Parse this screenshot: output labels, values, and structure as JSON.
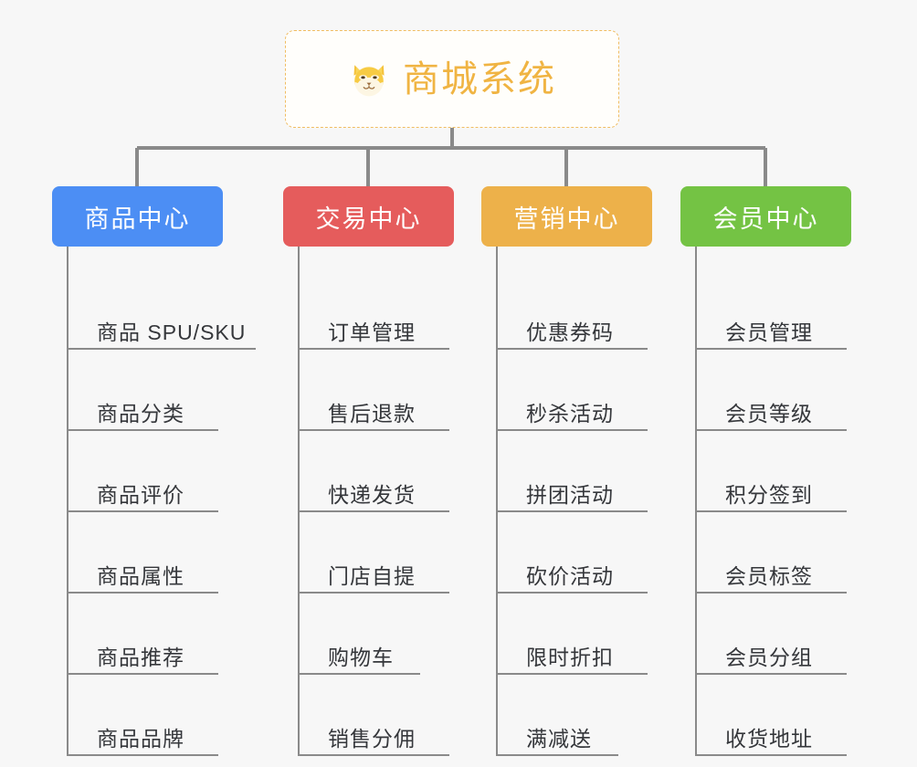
{
  "canvas": {
    "background": "#f7f7f7",
    "line_color": "#8a8a8a"
  },
  "root": {
    "title": "商城系统",
    "icon": "shiba-dog-face-icon",
    "text_color": "#f0b443",
    "border_color": "#f0bd62",
    "background": "#fffefb"
  },
  "branches": [
    {
      "label": "商品中心",
      "color": "#4c8ef4",
      "items": [
        "商品 SPU/SKU",
        "商品分类",
        "商品评价",
        "商品属性",
        "商品推荐",
        "商品品牌"
      ]
    },
    {
      "label": "交易中心",
      "color": "#e55c5c",
      "items": [
        "订单管理",
        "售后退款",
        "快递发货",
        "门店自提",
        "购物车",
        "销售分佣"
      ]
    },
    {
      "label": "营销中心",
      "color": "#edb14a",
      "items": [
        "优惠券码",
        "秒杀活动",
        "拼团活动",
        "砍价活动",
        "限时折扣",
        "满减送"
      ]
    },
    {
      "label": "会员中心",
      "color": "#74c344",
      "items": [
        "会员管理",
        "会员等级",
        "积分签到",
        "会员标签",
        "会员分组",
        "收货地址"
      ]
    }
  ]
}
